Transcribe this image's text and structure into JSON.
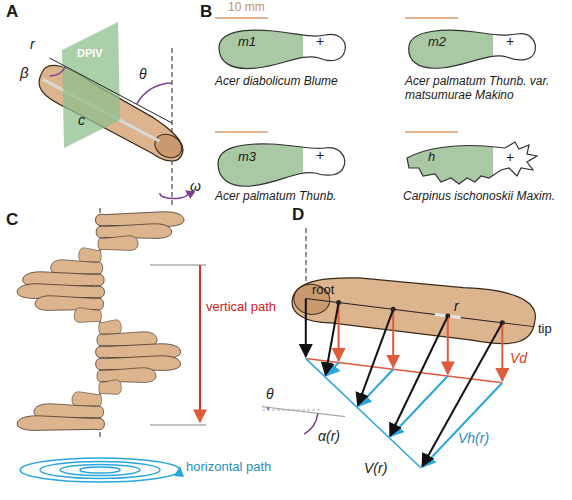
{
  "diagram": {
    "labels": [
      "A",
      "DPIV",
      "β",
      "r",
      "θ",
      "c",
      "ω",
      "B",
      "10 mm",
      "m1",
      "+",
      "Acer diabolicum Blume",
      "m2",
      "+",
      "Acer palmatum Thunb. var. matsumurae Makino",
      "m3",
      "+",
      "Acer palmatum Thunb.",
      "h",
      "+",
      "Carpinus ischonoskii Maxim.",
      "C",
      "vertical path",
      "horizontal path",
      "D",
      "root",
      "r",
      "tip",
      "Vd",
      "θ",
      "α(r)",
      "Vh(r)",
      "V(r)"
    ]
  }
}
